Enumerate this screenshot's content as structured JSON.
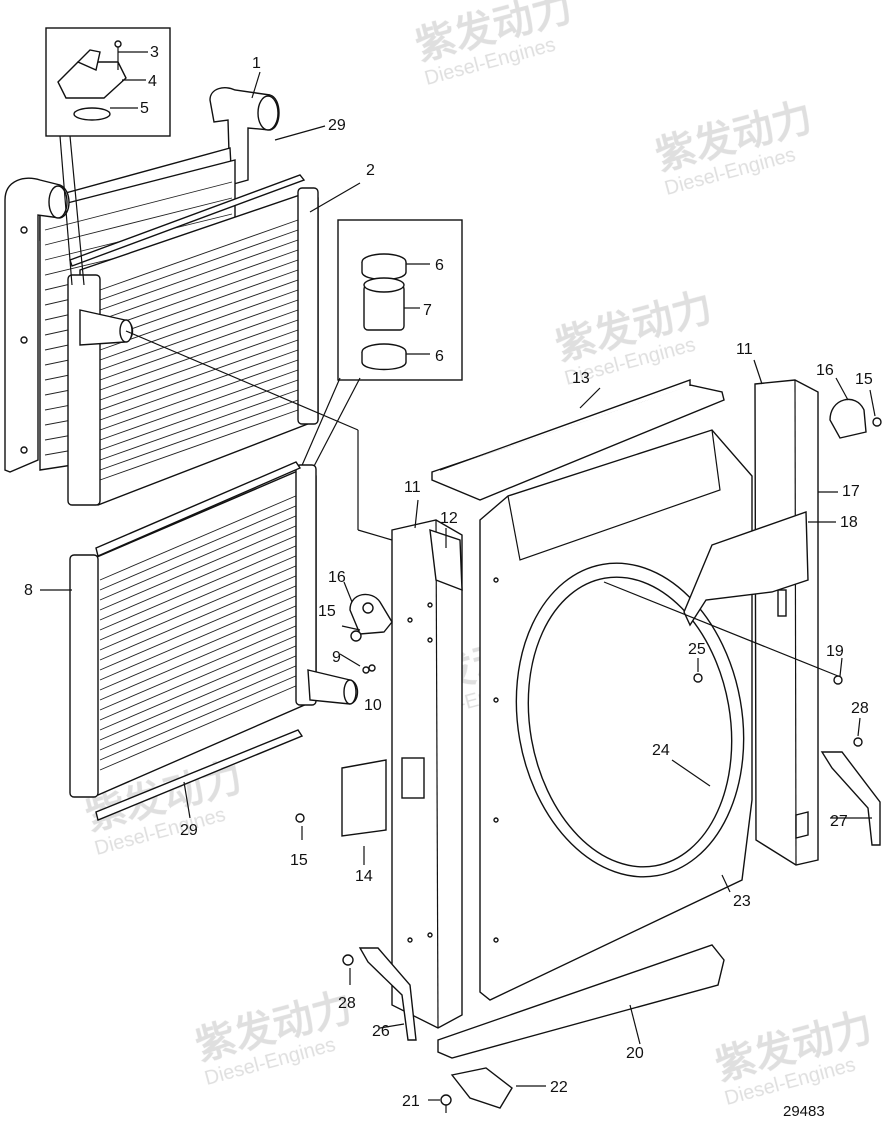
{
  "drawing_number": "29483",
  "watermark": {
    "brand_cn": "紫发动力",
    "brand_en": "Diesel-Engines"
  },
  "callouts": [
    {
      "id": "c1",
      "text": "1"
    },
    {
      "id": "c2",
      "text": "2"
    },
    {
      "id": "c3",
      "text": "3"
    },
    {
      "id": "c4",
      "text": "4"
    },
    {
      "id": "c5",
      "text": "5"
    },
    {
      "id": "c6a",
      "text": "6"
    },
    {
      "id": "c6b",
      "text": "6"
    },
    {
      "id": "c7",
      "text": "7"
    },
    {
      "id": "c8",
      "text": "8"
    },
    {
      "id": "c9",
      "text": "9"
    },
    {
      "id": "c10",
      "text": "10"
    },
    {
      "id": "c11a",
      "text": "11"
    },
    {
      "id": "c11b",
      "text": "11"
    },
    {
      "id": "c12",
      "text": "12"
    },
    {
      "id": "c13",
      "text": "13"
    },
    {
      "id": "c14",
      "text": "14"
    },
    {
      "id": "c15a",
      "text": "15"
    },
    {
      "id": "c15b",
      "text": "15"
    },
    {
      "id": "c15c",
      "text": "15"
    },
    {
      "id": "c16a",
      "text": "16"
    },
    {
      "id": "c16b",
      "text": "16"
    },
    {
      "id": "c17",
      "text": "17"
    },
    {
      "id": "c18",
      "text": "18"
    },
    {
      "id": "c19",
      "text": "19"
    },
    {
      "id": "c20",
      "text": "20"
    },
    {
      "id": "c21",
      "text": "21"
    },
    {
      "id": "c22",
      "text": "22"
    },
    {
      "id": "c23",
      "text": "23"
    },
    {
      "id": "c24",
      "text": "24"
    },
    {
      "id": "c25",
      "text": "25"
    },
    {
      "id": "c26",
      "text": "26"
    },
    {
      "id": "c27",
      "text": "27"
    },
    {
      "id": "c28a",
      "text": "28"
    },
    {
      "id": "c28b",
      "text": "28"
    },
    {
      "id": "c29a",
      "text": "29"
    },
    {
      "id": "c29b",
      "text": "29"
    }
  ]
}
